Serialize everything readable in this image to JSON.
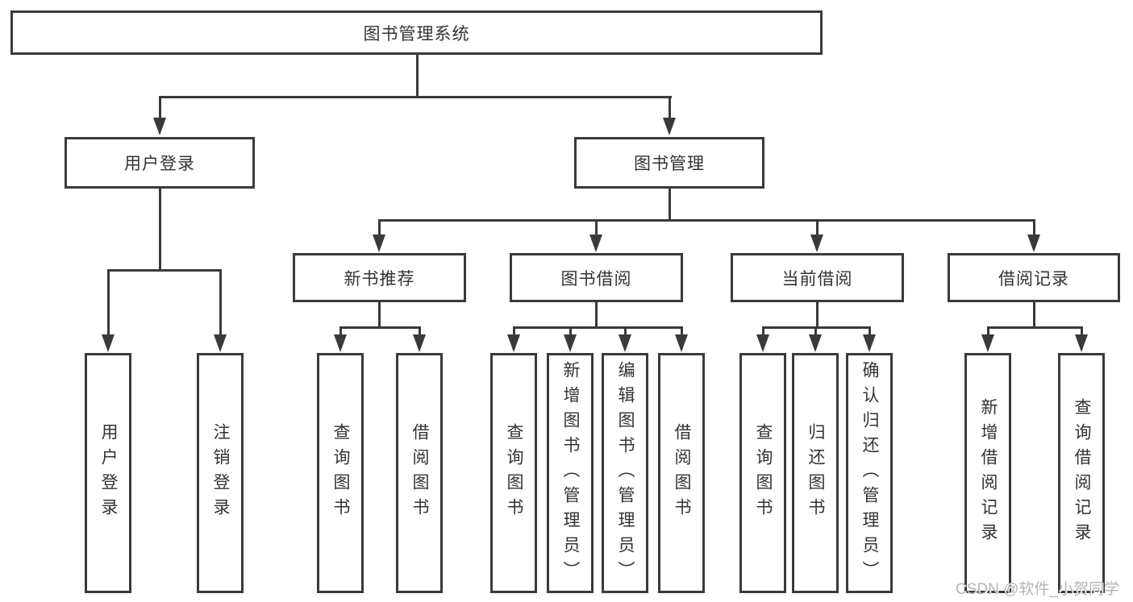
{
  "diagram": {
    "root": {
      "label": "图书管理系统",
      "children": [
        {
          "label": "用户登录",
          "children": [
            {
              "label": "用户登录"
            },
            {
              "label": "注销登录"
            }
          ]
        },
        {
          "label": "图书管理",
          "children": [
            {
              "label": "新书推荐",
              "children": [
                {
                  "label": "查询图书"
                },
                {
                  "label": "借阅图书"
                }
              ]
            },
            {
              "label": "图书借阅",
              "children": [
                {
                  "label": "查询图书"
                },
                {
                  "label": "新增图书（管理员）"
                },
                {
                  "label": "编辑图书（管理员）"
                },
                {
                  "label": "借阅图书"
                }
              ]
            },
            {
              "label": "当前借阅",
              "children": [
                {
                  "label": "查询图书"
                },
                {
                  "label": "归还图书"
                },
                {
                  "label": "确认归还（管理员）"
                }
              ]
            },
            {
              "label": "借阅记录",
              "children": [
                {
                  "label": "新增借阅记录"
                },
                {
                  "label": "查询借阅记录"
                }
              ]
            }
          ]
        }
      ]
    }
  },
  "watermark": {
    "text": "CSDN @软件_小贺同学"
  },
  "colors": {
    "line": "#3a3a3a",
    "text": "#333333",
    "background": "#ffffff",
    "watermark": "#b5b5b5"
  }
}
